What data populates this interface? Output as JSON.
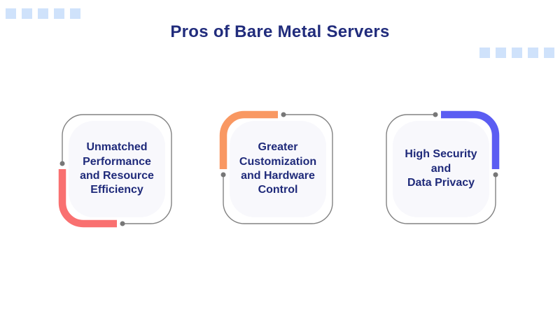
{
  "page": {
    "title": "Pros of Bare Metal Servers"
  },
  "colors": {
    "title_text": "#212c7c",
    "card_text": "#1f2a7a",
    "outline_gray": "#828282",
    "dot_gray": "#777777",
    "card_fill": "#f8f8fc",
    "decor_square_blue": "#cfe2fb"
  },
  "decorations": {
    "top_left_squares_count": 5,
    "right_squares_count": 5
  },
  "cards": [
    {
      "id": "performance",
      "text": "Unmatched\nPerformance\nand Resource\nEfficiency",
      "accent_color": "#f97070",
      "accent_corner": "bottom-left"
    },
    {
      "id": "customization",
      "text": "Greater\nCustomization\nand Hardware\nControl",
      "accent_color": "#f99862",
      "accent_corner": "top-left"
    },
    {
      "id": "security",
      "text": "High Security\nand\nData Privacy",
      "accent_color": "#5b5df2",
      "accent_corner": "top-right"
    }
  ]
}
